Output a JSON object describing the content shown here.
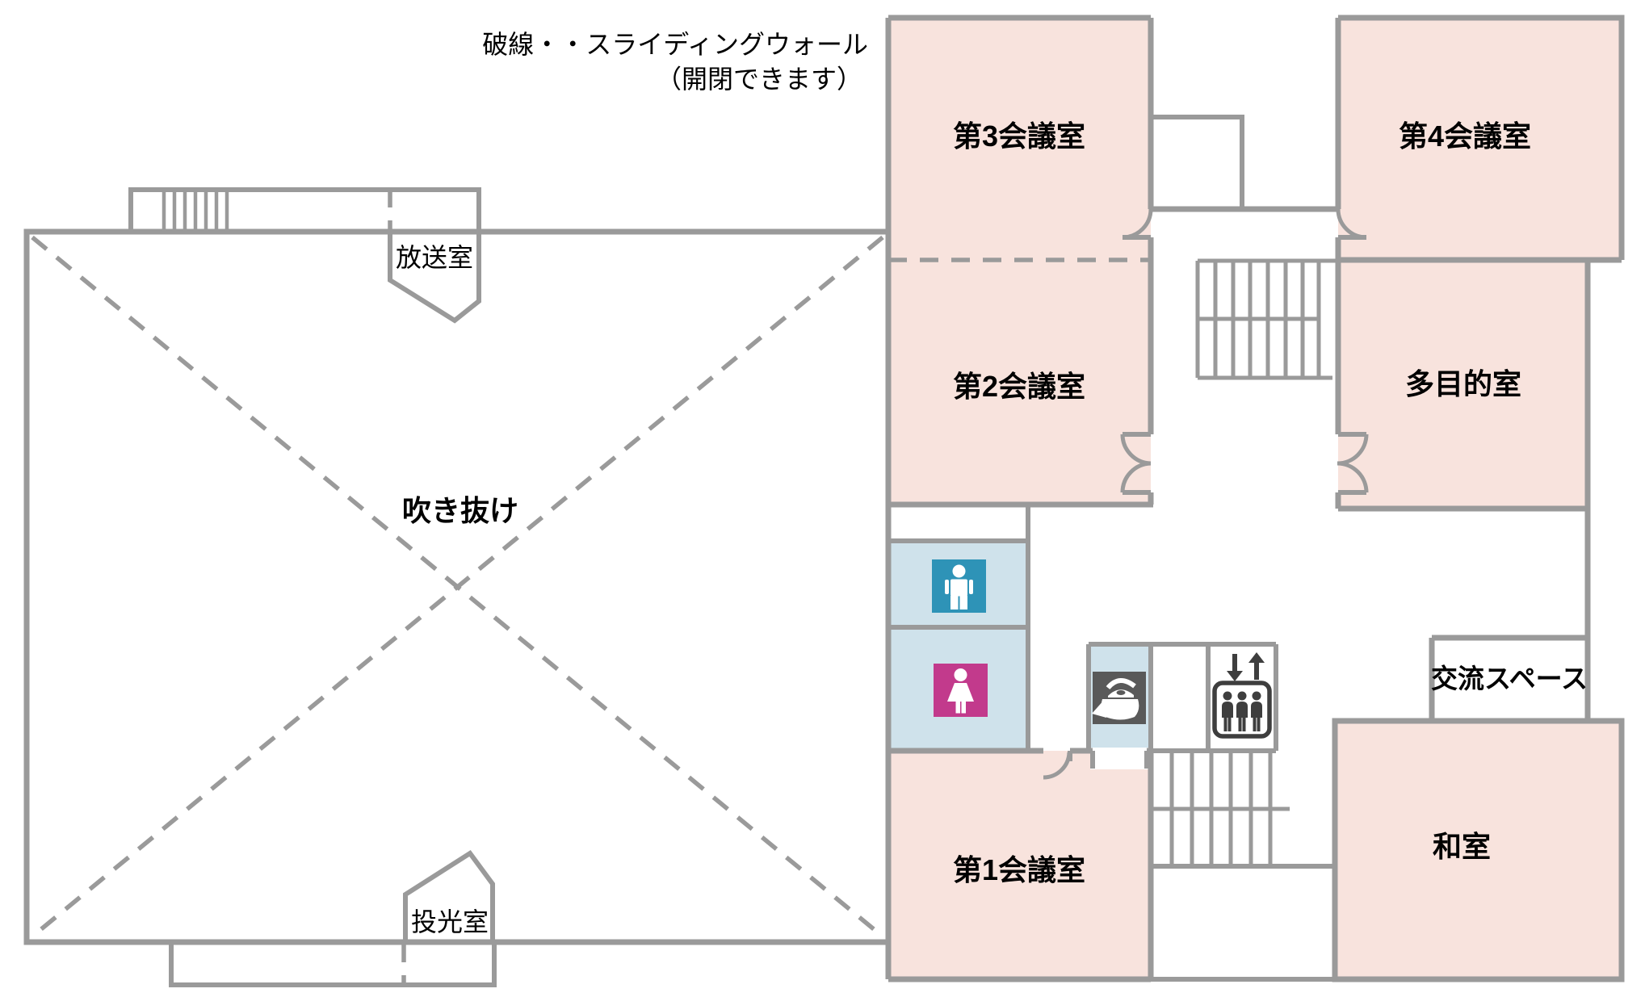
{
  "legend": {
    "line1": "破線・・スライディングウォール",
    "line2": "（開閉できます）"
  },
  "rooms": {
    "meeting_room_3": "第3会議室",
    "meeting_room_4": "第4会議室",
    "meeting_room_2": "第2会議室",
    "multipurpose_room": "多目的室",
    "meeting_room_1": "第1会議室",
    "japanese_room": "和室",
    "exchange_space": "交流スペース",
    "atrium": "吹き抜け",
    "broadcast_room": "放送室",
    "floodlight_room": "投光室"
  },
  "icons": {
    "mens_toilet": "men-restroom-icon",
    "womens_toilet": "women-restroom-icon",
    "kitchenette": "kettle-icon",
    "elevator": "elevator-icon"
  },
  "colors": {
    "wall": "#9A9A9A",
    "room_fill": "#F8E3DD",
    "wet_area_fill": "#CFE2EB",
    "mens_icon": "#2E93B7",
    "womens_icon": "#C23A8C",
    "kitchenette_icon": "#595959",
    "elevator_icon": "#3E3E3E",
    "label_text": "#000000"
  }
}
